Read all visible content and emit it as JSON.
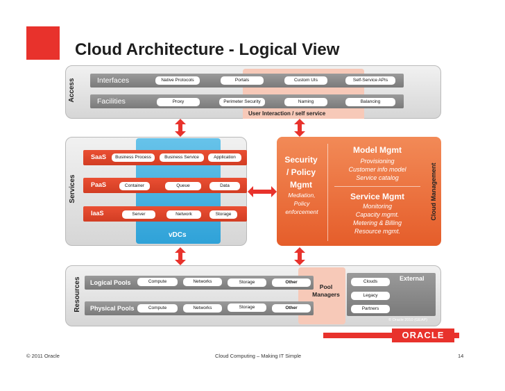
{
  "title": "Cloud Architecture - Logical View",
  "access": {
    "label": "Access",
    "interfaces": {
      "label": "Interfaces",
      "chips": [
        "Native Protocols",
        "Portals",
        "Custom UIs",
        "Self-Service APIs"
      ]
    },
    "facilities": {
      "label": "Facilities",
      "chips": [
        "Proxy",
        "Perimeter Security",
        "Naming",
        "Balancing"
      ]
    },
    "user_interaction": "User Interaction / self service"
  },
  "services": {
    "label": "Services",
    "saas": {
      "label": "SaaS",
      "chips": [
        "Business Process",
        "Business Service",
        "Application"
      ]
    },
    "paas": {
      "label": "PaaS",
      "chips": [
        "Container",
        "Queue",
        "Data"
      ]
    },
    "iaas": {
      "label": "IaaS",
      "chips": [
        "Server",
        "Network",
        "Storage"
      ]
    },
    "vdcs": "vDCs"
  },
  "security": {
    "title_lines": [
      "Security",
      "/ Policy",
      "Mgmt"
    ],
    "desc_lines": [
      "Mediation,",
      "Policy",
      "enforcement"
    ]
  },
  "model_mgmt": {
    "title": "Model Mgmt",
    "lines": [
      "Provisioning",
      "Customer info model",
      "Service catalog"
    ]
  },
  "service_mgmt": {
    "title": "Service Mgmt",
    "lines": [
      "Monitoring",
      "Capacity mgmt.",
      "Metering & Billing",
      "Resource mgmt."
    ]
  },
  "cloud_management": "Cloud Management",
  "resources": {
    "label": "Resources",
    "logical": {
      "label": "Logical Pools",
      "chips": [
        "Compute",
        "Networks",
        "Storage",
        "Other"
      ]
    },
    "physical": {
      "label": "Physical Pools",
      "chips": [
        "Compute",
        "Networks",
        "Storage",
        "Other"
      ]
    },
    "pool_managers_lines": [
      "Pool",
      "Managers"
    ],
    "external": {
      "label": "External",
      "chips": [
        "Clouds",
        "Legacy",
        "Partners"
      ]
    },
    "copyright_small": "© Oracle 2010 (GEAP)"
  },
  "footer": {
    "left": "© 2011 Oracle",
    "center": "Cloud Computing – Making IT Simple",
    "page": "14",
    "logo": "ORACLE"
  },
  "colors": {
    "brand_red": "#e8322c",
    "panel_grey": "#d6d6d6",
    "row_grey": "#8a8a8a",
    "orange": "#e55d2a",
    "peach": "#f7c9b8",
    "service_red": "#d23d23"
  }
}
